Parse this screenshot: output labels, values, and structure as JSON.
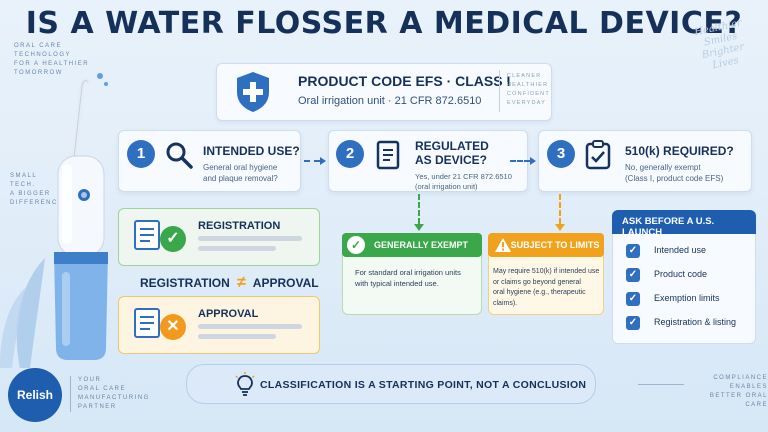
{
  "title": "IS A WATER FLOSSER A MEDICAL DEVICE?",
  "top_left_note": [
    "ORAL CARE",
    "TECHNOLOGY",
    "FOR A HEALTHIER",
    "TOMORROW"
  ],
  "top_right_script": [
    "Healthier",
    "Smiles",
    "Brighter",
    "Lives"
  ],
  "mid_left_note": [
    "SMALL",
    "TECH.",
    "A BIGGER",
    "DIFFERENCE."
  ],
  "product_code": {
    "title": "PRODUCT CODE EFS · CLASS I",
    "subtitle": "Oral irrigation unit · 21 CFR 872.6510",
    "tag": [
      "CLEANER",
      "HEALTHIER",
      "CONFIDENT",
      "EVERYDAY"
    ]
  },
  "steps": [
    {
      "number": "1",
      "title": "INTENDED USE?",
      "sub": [
        "General oral hygiene",
        "and plaque removal?"
      ]
    },
    {
      "number": "2",
      "title_lines": [
        "REGULATED",
        "AS DEVICE?"
      ],
      "sub": [
        "Yes, under 21 CFR 872.6510",
        "(oral irrigation unit)"
      ]
    },
    {
      "number": "3",
      "title": "510(k) REQUIRED?",
      "sub": [
        "No, generally exempt",
        "(Class I, product code EFS)"
      ]
    }
  ],
  "registration": {
    "label": "REGISTRATION"
  },
  "approval": {
    "label": "APPROVAL"
  },
  "comparison": {
    "left": "REGISTRATION",
    "symbol": "≠",
    "right": "APPROVAL"
  },
  "exempt": {
    "badge": "GENERALLY EXEMPT",
    "text": [
      "For standard oral irrigation units",
      "with typical intended use."
    ]
  },
  "limits": {
    "badge": "SUBJECT TO LIMITS",
    "text": [
      "May require 510(k) if intended use",
      "or claims go beyond general",
      "oral hygiene (e.g., therapeutic claims)."
    ]
  },
  "checklist": {
    "heading": "ASK BEFORE A U.S. LAUNCH",
    "items": [
      "Intended use",
      "Product code",
      "Exemption limits",
      "Registration & listing"
    ]
  },
  "banner": "CLASSIFICATION IS A STARTING POINT, NOT A CONCLUSION",
  "brand": {
    "logo": "Relish",
    "note": [
      "YOUR",
      "ORAL CARE",
      "MANUFACTURING",
      "PARTNER"
    ]
  },
  "bottom_right_note": [
    "COMPLIANCE",
    "ENABLES",
    "BETTER ORAL CARE"
  ],
  "colors": {
    "primary": "#2f6fbf",
    "dark": "#15315a",
    "green": "#3aa84a",
    "amber": "#f0a21c",
    "orange": "#f39a1e"
  }
}
